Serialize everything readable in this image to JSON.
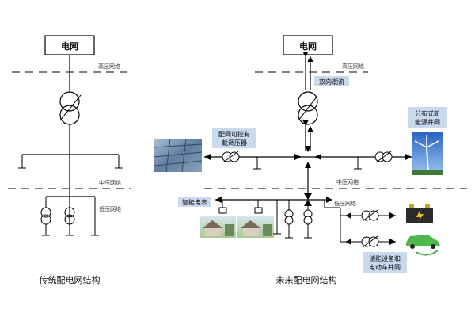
{
  "left": {
    "grid_box": "电网",
    "hv_label": "高压网络",
    "mv_label": "中压网络",
    "lv_label": "低压网络",
    "caption": "传统配电网结构"
  },
  "right": {
    "grid_box": "电网",
    "hv_label": "高压网络",
    "mv_label": "中压网络",
    "lv_label": "低压网络",
    "bidirectional_tag": "双向潮流",
    "transformer_tag_line1": "配网可控有",
    "transformer_tag_line2": "载调压器",
    "distributed_tag_line1": "分布式新",
    "distributed_tag_line2": "能源并网",
    "smart_meter_tag": "智能电表",
    "storage_tag_line1": "储能设备和",
    "storage_tag_line2": "电动车并网",
    "caption": "未来配电网结构"
  },
  "colors": {
    "line": "#000000",
    "tag_bg": "#c9d9ee",
    "dash": "#555555"
  }
}
